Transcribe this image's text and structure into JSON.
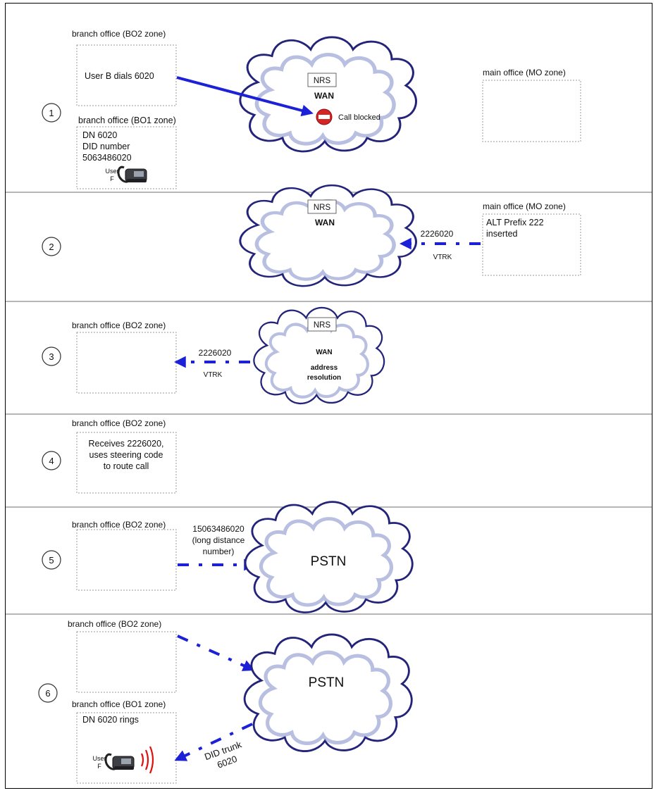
{
  "diagram": {
    "colors": {
      "arrow": "#1c21d8",
      "cloud_outline": "#23237a",
      "cloud_shade": "#7d8bc8",
      "blocked": "#d52424",
      "ring": "#e01010",
      "separator": "#8a8a8a"
    },
    "steps": [
      {
        "number": "1",
        "bo2_title": "branch office (BO2 zone)",
        "bo2_text": "User B dials 6020",
        "bo1_title": "branch office (BO1 zone)",
        "bo1_lines": [
          "DN 6020",
          "DID number",
          "5063486020"
        ],
        "user_label": [
          "User",
          "F"
        ],
        "nrs": "NRS",
        "cloud": "WAN",
        "blocked": "Call blocked",
        "mo_title": "main office (MO zone)"
      },
      {
        "number": "2",
        "nrs": "NRS",
        "cloud": "WAN",
        "mo_title": "main office (MO zone)",
        "mo_lines": [
          "ALT Prefix 222",
          "inserted"
        ],
        "digits": "2226020",
        "trunk": "VTRK"
      },
      {
        "number": "3",
        "bo2_title": "branch office (BO2 zone)",
        "nrs": "NRS",
        "cloud": "WAN",
        "cloud_lines": [
          "address",
          "resolution"
        ],
        "digits": "2226020",
        "trunk": "VTRK"
      },
      {
        "number": "4",
        "bo2_title": "branch office (BO2 zone)",
        "bo2_lines": [
          "Receives 2226020,",
          "uses steering code",
          "to route call"
        ]
      },
      {
        "number": "5",
        "bo2_title": "branch office (BO2 zone)",
        "digits_lines": [
          "15063486020",
          "(long distance",
          "number)"
        ],
        "cloud": "PSTN"
      },
      {
        "number": "6",
        "bo2_title": "branch office (BO2 zone)",
        "bo1_title": "branch office (BO1 zone)",
        "bo1_text": "DN 6020 rings",
        "user_label": [
          "User",
          "F"
        ],
        "cloud": "PSTN",
        "trunk_lines": [
          "DID trunk",
          "6020"
        ]
      }
    ]
  }
}
